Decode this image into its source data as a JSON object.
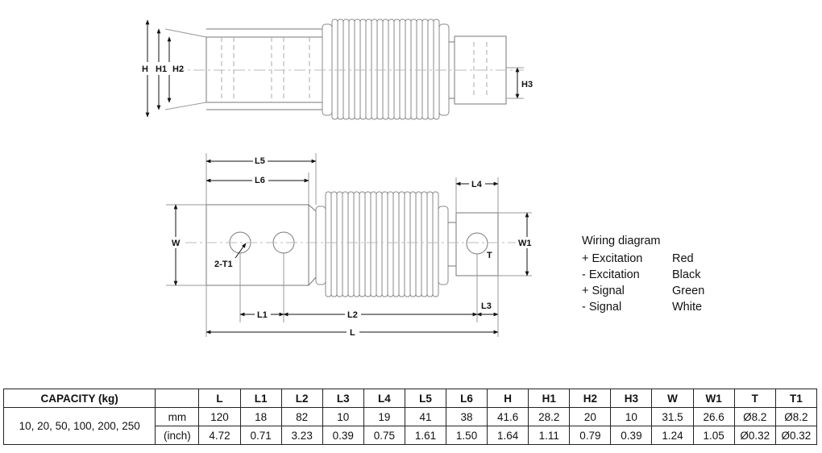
{
  "top_view": {
    "labels": {
      "h": "H",
      "h1": "H1",
      "h2": "H2",
      "h3": "H3"
    }
  },
  "side_view": {
    "labels": {
      "l": "L",
      "l1": "L1",
      "l2": "L2",
      "l3": "L3",
      "l4": "L4",
      "l5": "L5",
      "l6": "L6",
      "w": "W",
      "w1": "W1",
      "t": "T",
      "t1": "2-T1"
    }
  },
  "wiring": {
    "title": "Wiring diagram",
    "rows": [
      {
        "signal": "+ Excitation",
        "color": "Red"
      },
      {
        "signal": "- Excitation",
        "color": "Black"
      },
      {
        "signal": "+ Signal",
        "color": "Green"
      },
      {
        "signal": "- Signal",
        "color": "White"
      }
    ]
  },
  "spec_table": {
    "header_label": "CAPACITY (kg)",
    "columns": [
      "L",
      "L1",
      "L2",
      "L3",
      "L4",
      "L5",
      "L6",
      "H",
      "H1",
      "H2",
      "H3",
      "W",
      "W1",
      "T",
      "T1"
    ],
    "capacity": "10, 20, 50, 100, 200, 250",
    "rows": [
      {
        "unit": "mm",
        "values": [
          "120",
          "18",
          "82",
          "10",
          "19",
          "41",
          "38",
          "41.6",
          "28.2",
          "20",
          "10",
          "31.5",
          "26.6",
          "Ø8.2",
          "Ø8.2"
        ]
      },
      {
        "unit": "(inch)",
        "values": [
          "4.72",
          "0.71",
          "3.23",
          "0.39",
          "0.75",
          "1.61",
          "1.50",
          "1.64",
          "1.11",
          "0.79",
          "0.39",
          "1.24",
          "1.05",
          "Ø0.32",
          "Ø0.32"
        ]
      }
    ]
  }
}
